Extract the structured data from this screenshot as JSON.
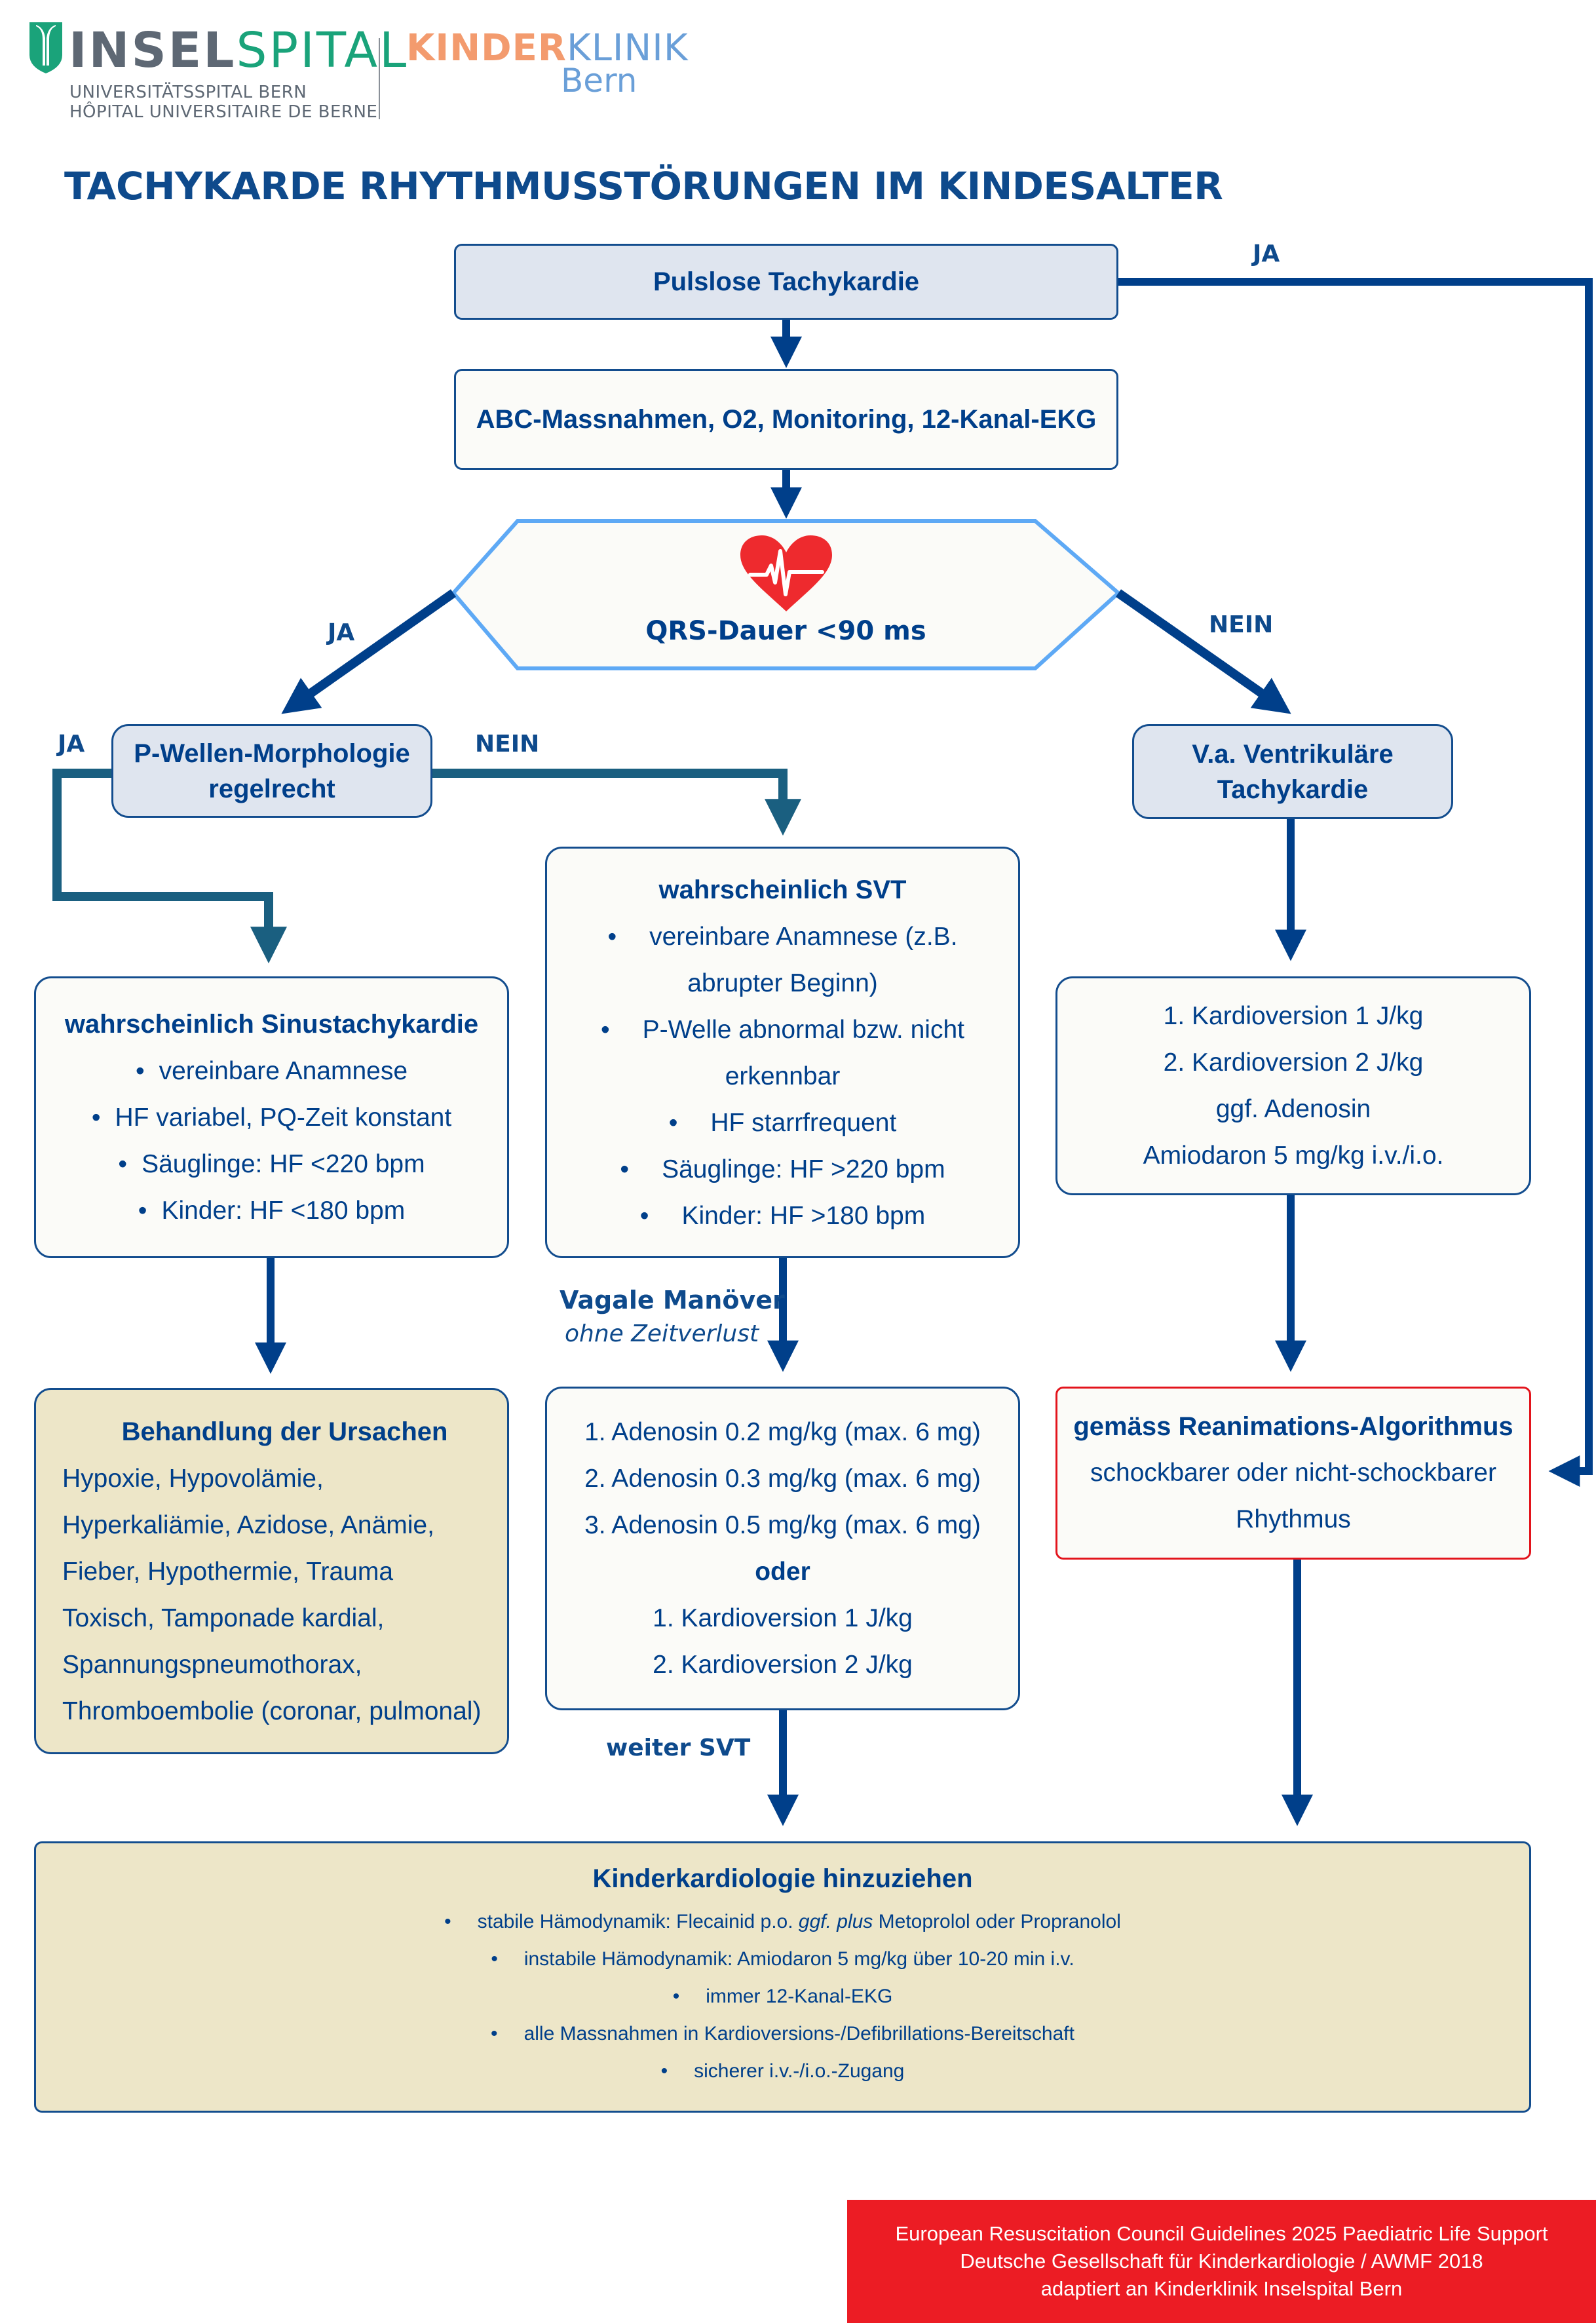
{
  "logos": {
    "inselspital": {
      "word_part1": "INSEL",
      "word_part2": "SPITAL",
      "sub_line1": "UNIVERSITÄTSSPITAL BERN",
      "sub_line2": "HÔPITAL UNIVERSITAIRE DE BERNE",
      "icon": "inselspital-shield-icon"
    },
    "kinderklinik": {
      "word_part1": "KINDER",
      "word_part2": "KLINIK",
      "sub": "Bern"
    }
  },
  "title": "TACHYKARDE RHYTHMUSSTÖRUNGEN IM KINDESALTER",
  "nodes": {
    "pulseless": {
      "label": "Pulslose Tachykardie"
    },
    "abc": {
      "label": "ABC-Massnahmen, O2, Monitoring, 12-Kanal-EKG"
    },
    "qrs": {
      "label": "QRS-Dauer <90 ms",
      "icon": "heart-ecg-icon"
    },
    "p_wave": {
      "line1": "P-Wellen-Morphologie",
      "line2": "regelrecht"
    },
    "vt": {
      "line1": "V.a. Ventrikuläre",
      "line2": "Tachykardie"
    },
    "sinus": {
      "title": "wahrscheinlich Sinustachykardie",
      "bullet": "•",
      "items": [
        "vereinbare Anamnese",
        "HF variabel, PQ-Zeit konstant",
        "Säuglinge: HF <220 bpm",
        "Kinder: HF <180 bpm"
      ]
    },
    "svt": {
      "title": "wahrscheinlich SVT",
      "bullet": "•",
      "items": [
        {
          "line1": "vereinbare Anamnese (z.B.",
          "line2": "abrupter Beginn)"
        },
        {
          "line1": "P-Welle abnormal bzw. nicht",
          "line2": "erkennbar"
        },
        {
          "line1": "HF starrfrequent"
        },
        {
          "line1": "Säuglinge: HF >220 bpm"
        },
        {
          "line1": "Kinder: HF >180 bpm"
        }
      ]
    },
    "vt_therapy": {
      "items": [
        "1. Kardioversion 1 J/kg",
        "2. Kardioversion 2 J/kg",
        "ggf. Adenosin",
        "Amiodaron 5 mg/kg i.v./i.o."
      ]
    },
    "causes": {
      "title": "Behandlung der Ursachen",
      "items": [
        "Hypoxie, Hypovolämie,",
        "Hyperkaliämie, Azidose, Anämie,",
        "Fieber, Hypothermie, Trauma",
        "Toxisch, Tamponade kardial,",
        "Spannungspneumothorax,",
        "Thromboembolie (coronar, pulmonal)"
      ]
    },
    "adenosine": {
      "items": [
        "1. Adenosin 0.2 mg/kg (max. 6 mg)",
        "2. Adenosin 0.3 mg/kg (max. 6 mg)",
        "3. Adenosin 0.5 mg/kg (max. 6 mg)"
      ],
      "or": "oder",
      "cardioversion": [
        "1. Kardioversion 1 J/kg",
        "2. Kardioversion 2 J/kg"
      ]
    },
    "resus": {
      "title": "gemäss Reanimations-Algorithmus",
      "line1": "schockbarer oder nicht-schockbarer",
      "line2": "Rhythmus"
    },
    "cardiology": {
      "title": "Kinderkardiologie hinzuziehen",
      "bullet": "•",
      "item1_pre": "stabile Hämodynamik: Flecainid p.o. ",
      "item1_italic": "ggf. plus",
      "item1_post": " Metoprolol oder Propranolol",
      "items": [
        "instabile Hämodynamik: Amiodaron 5 mg/kg über 10-20 min i.v.",
        "immer 12-Kanal-EKG",
        "alle Massnahmen in Kardioversions-/Defibrillations-Bereitschaft",
        "sicherer i.v.-/i.o.-Zugang"
      ]
    }
  },
  "edge_labels": {
    "pulseless_yes": "JA",
    "qrs_yes": "JA",
    "qrs_no": "NEIN",
    "p_wave_yes": "JA",
    "p_wave_no": "NEIN",
    "vagal_title": "Vagale Manöver",
    "vagal_sub": "ohne Zeitverlust",
    "svt_persist": "weiter SVT"
  },
  "footer": {
    "lines": [
      "European Resuscitation Council Guidelines 2025 Paediatric Life Support",
      "Deutsche Gesellschaft für Kinderkardiologie / AWMF 2018",
      "adaptiert an Kinderklinik Inselspital Bern"
    ]
  },
  "colors": {
    "primary_blue": "#003f8a",
    "arrow_blue": "#003f8a",
    "arrow_teal": "#1a5f80",
    "hex_border": "#5ea9f5",
    "node_blue_fill": "#dfe5ef",
    "node_beige_fill": "#ede6c8",
    "alert_red": "#e3141c",
    "footer_red": "#ec1c24",
    "insel_green": "#1aa37a",
    "kinder_orange": "#f39b6e",
    "klinik_blue": "#6a9fd8"
  }
}
